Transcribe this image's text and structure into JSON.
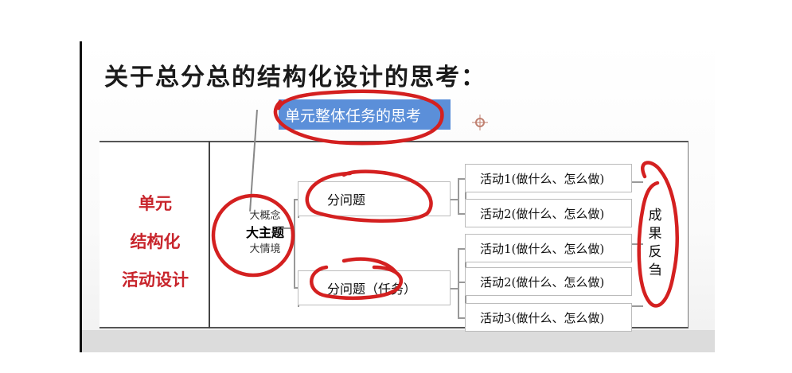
{
  "slide": {
    "title": "关于总分总的结构化设计的思考：",
    "header_box": "单元整体任务的思考",
    "left_label": [
      "单元",
      "结构化",
      "活动设计"
    ],
    "theme": {
      "top": "大概念",
      "main": "大主题",
      "bottom": "大情境"
    },
    "sub_questions": [
      {
        "label": "分问题"
      },
      {
        "label": "分问题（任务）"
      }
    ],
    "activities": [
      {
        "group": 0,
        "label": "活动1(做什么、怎么做)"
      },
      {
        "group": 0,
        "label": "活动2(做什么、怎么做)"
      },
      {
        "group": 1,
        "label": "活动1(做什么、怎么做)"
      },
      {
        "group": 1,
        "label": "活动2(做什么、怎么做)"
      },
      {
        "group": 1,
        "label": "活动3(做什么、怎么做)"
      }
    ],
    "result": [
      "成",
      "果",
      "反",
      "刍"
    ]
  },
  "colors": {
    "accent_red": "#c8252c",
    "annotation_red": "#d42020",
    "header_blue": "#5b8fd9"
  }
}
